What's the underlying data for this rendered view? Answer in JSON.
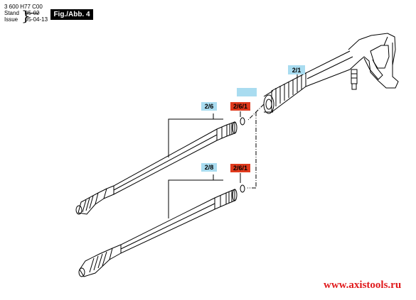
{
  "header": {
    "code": "3 600 H77 C00",
    "stand_label": "Stand",
    "issue_label": "Issue",
    "stand_value": "05-02",
    "issue_value": "05-04-13",
    "fig_label": "Fig./Abb. 4"
  },
  "callouts": {
    "gun": "2/1",
    "lance_upper": "2/6",
    "seal_upper": "2/6/1",
    "lance_lower": "2/8",
    "seal_lower": "2/6/1"
  },
  "colors": {
    "callout_blue": "#a9dcf0",
    "callout_red": "#e03a1d",
    "watermark": "#e0191b"
  },
  "watermark": "www.axistools.ru"
}
